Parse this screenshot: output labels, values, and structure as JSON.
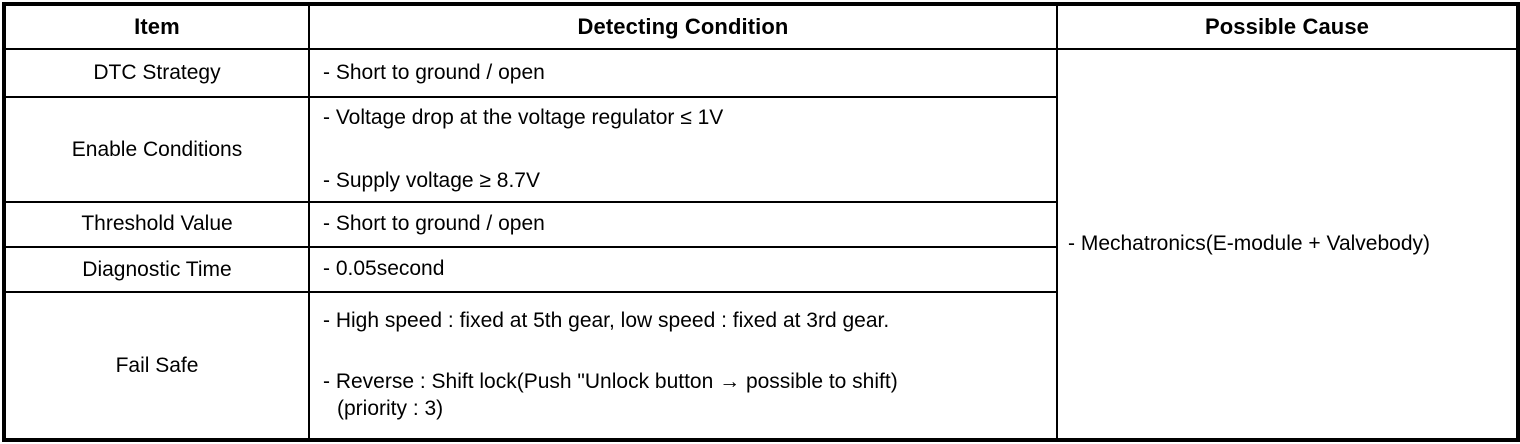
{
  "table": {
    "headers": [
      {
        "label": "Item"
      },
      {
        "label": "Detecting Condition"
      },
      {
        "label": "Possible Cause"
      }
    ],
    "rows": [
      {
        "item": "DTC Strategy",
        "conditions": [
          "-  Short to ground / open"
        ]
      },
      {
        "item": "Enable Conditions",
        "conditions": [
          "-  Voltage drop at the voltage regulator ≤ 1V",
          "-  Supply voltage ≥ 8.7V"
        ]
      },
      {
        "item": "Threshold Value",
        "conditions": [
          "-  Short to ground / open"
        ]
      },
      {
        "item": "Diagnostic Time",
        "conditions": [
          "-  0.05second"
        ]
      },
      {
        "item": "Fail Safe",
        "conditions": [
          "-  High speed : fixed at 5th gear, low speed : fixed at 3rd gear.",
          "-  Reverse : Shift lock(Push \"Unlock button → possible to shift)"
        ],
        "continuation": "(priority : 3)"
      }
    ],
    "possible_cause": "-  Mechatronics(E-module + Valvebody)"
  },
  "colors": {
    "border": "#000000",
    "background": "#ffffff",
    "text": "#000000"
  }
}
